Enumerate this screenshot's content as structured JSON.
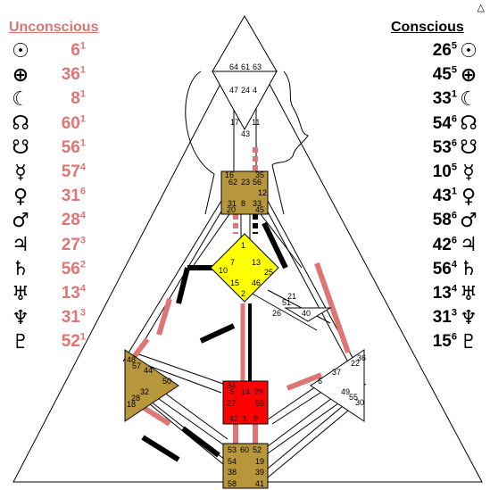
{
  "unconscious": {
    "title": "Unconscious",
    "rows": [
      {
        "planet": "sun-icon",
        "glyph": "☉",
        "gate": "6",
        "line": "1"
      },
      {
        "planet": "earth-icon",
        "glyph": "⊕",
        "gate": "36",
        "line": "1"
      },
      {
        "planet": "moon-icon",
        "glyph": "☾",
        "gate": "8",
        "line": "1"
      },
      {
        "planet": "north-node-icon",
        "glyph": "☊",
        "gate": "60",
        "line": "1"
      },
      {
        "planet": "south-node-icon",
        "glyph": "☋",
        "gate": "56",
        "line": "1"
      },
      {
        "planet": "mercury-icon",
        "glyph": "☿",
        "gate": "57",
        "line": "4"
      },
      {
        "planet": "venus-icon",
        "glyph": "♀",
        "gate": "31",
        "line": "6"
      },
      {
        "planet": "mars-icon",
        "glyph": "♂",
        "gate": "28",
        "line": "4"
      },
      {
        "planet": "jupiter-icon",
        "glyph": "♃",
        "gate": "27",
        "line": "3"
      },
      {
        "planet": "saturn-icon",
        "glyph": "♄",
        "gate": "56",
        "line": "2"
      },
      {
        "planet": "uranus-icon",
        "glyph": "♅",
        "gate": "13",
        "line": "4"
      },
      {
        "planet": "neptune-icon",
        "glyph": "♆",
        "gate": "31",
        "line": "3"
      },
      {
        "planet": "pluto-icon",
        "glyph": "♇",
        "gate": "52",
        "line": "1"
      }
    ]
  },
  "conscious": {
    "title": "Conscious",
    "rows": [
      {
        "planet": "sun-icon",
        "glyph": "☉",
        "gate": "26",
        "line": "5"
      },
      {
        "planet": "earth-icon",
        "glyph": "⊕",
        "gate": "45",
        "line": "5"
      },
      {
        "planet": "moon-icon",
        "glyph": "☾",
        "gate": "33",
        "line": "1"
      },
      {
        "planet": "north-node-icon",
        "glyph": "☊",
        "gate": "54",
        "line": "6"
      },
      {
        "planet": "south-node-icon",
        "glyph": "☋",
        "gate": "53",
        "line": "6"
      },
      {
        "planet": "mercury-icon",
        "glyph": "☿",
        "gate": "10",
        "line": "5"
      },
      {
        "planet": "venus-icon",
        "glyph": "♀",
        "gate": "43",
        "line": "1"
      },
      {
        "planet": "mars-icon",
        "glyph": "♂",
        "gate": "58",
        "line": "6"
      },
      {
        "planet": "jupiter-icon",
        "glyph": "♃",
        "gate": "42",
        "line": "6"
      },
      {
        "planet": "saturn-icon",
        "glyph": "♄",
        "gate": "56",
        "line": "4"
      },
      {
        "planet": "uranus-icon",
        "glyph": "♅",
        "gate": "13",
        "line": "4"
      },
      {
        "planet": "neptune-icon",
        "glyph": "♆",
        "gate": "31",
        "line": "3"
      },
      {
        "planet": "pluto-icon",
        "glyph": "♇",
        "gate": "15",
        "line": "6"
      }
    ]
  },
  "colors": {
    "unconscious": "#e07575",
    "conscious": "#000000",
    "defined_center": "#b8963c",
    "g_center": "#ffff00",
    "sacral": "#ff0000"
  },
  "centers": {
    "head": {
      "gates": [
        "64",
        "61",
        "63"
      ]
    },
    "ajna": {
      "gates": [
        "47",
        "24",
        "4",
        "17",
        "11",
        "43"
      ]
    },
    "throat": {
      "gates": [
        "16",
        "35",
        "62",
        "23",
        "56",
        "12",
        "45",
        "31",
        "8",
        "33",
        "20"
      ]
    },
    "g": {
      "gates": [
        "1",
        "7",
        "13",
        "10",
        "15",
        "46",
        "25",
        "2"
      ]
    },
    "heart": {
      "gates": [
        "21",
        "51",
        "26",
        "40"
      ]
    },
    "spleen": {
      "gates": [
        "48",
        "57",
        "44",
        "50",
        "32",
        "28",
        "18"
      ]
    },
    "sacral": {
      "gates": [
        "34",
        "5",
        "14",
        "29",
        "27",
        "59",
        "42",
        "3",
        "9"
      ]
    },
    "solar_plexus": {
      "gates": [
        "36",
        "22",
        "37",
        "6",
        "49",
        "55",
        "30"
      ]
    },
    "root": {
      "gates": [
        "53",
        "60",
        "52",
        "54",
        "19",
        "38",
        "39",
        "58",
        "41"
      ]
    }
  },
  "logo": "△"
}
